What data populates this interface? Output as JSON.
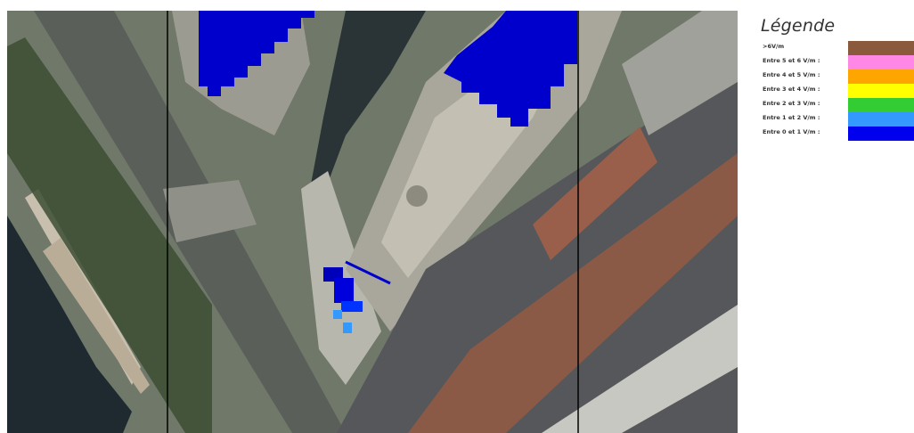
{
  "legend": {
    "title": "Légende",
    "items": [
      {
        "label": ">6V/m",
        "color": "#8b5a3c"
      },
      {
        "label": "Entre 5 et 6 V/m :",
        "color": "#ff88e6"
      },
      {
        "label": "Entre 4 et 5 V/m :",
        "color": "#ffa500"
      },
      {
        "label": "Entre 3 et 4 V/m :",
        "color": "#ffff00"
      },
      {
        "label": "Entre 2 et 3 V/m :",
        "color": "#33cc33"
      },
      {
        "label": "Entre 1 et 2 V/m :",
        "color": "#3399ff"
      },
      {
        "label": "Entre 0 et 1 V/m :",
        "color": "#0000ee"
      }
    ]
  },
  "map": {
    "type": "aerial-photo",
    "overlay_colors": {
      "low": "#0000ee",
      "medium_low": "#3399ff"
    }
  }
}
